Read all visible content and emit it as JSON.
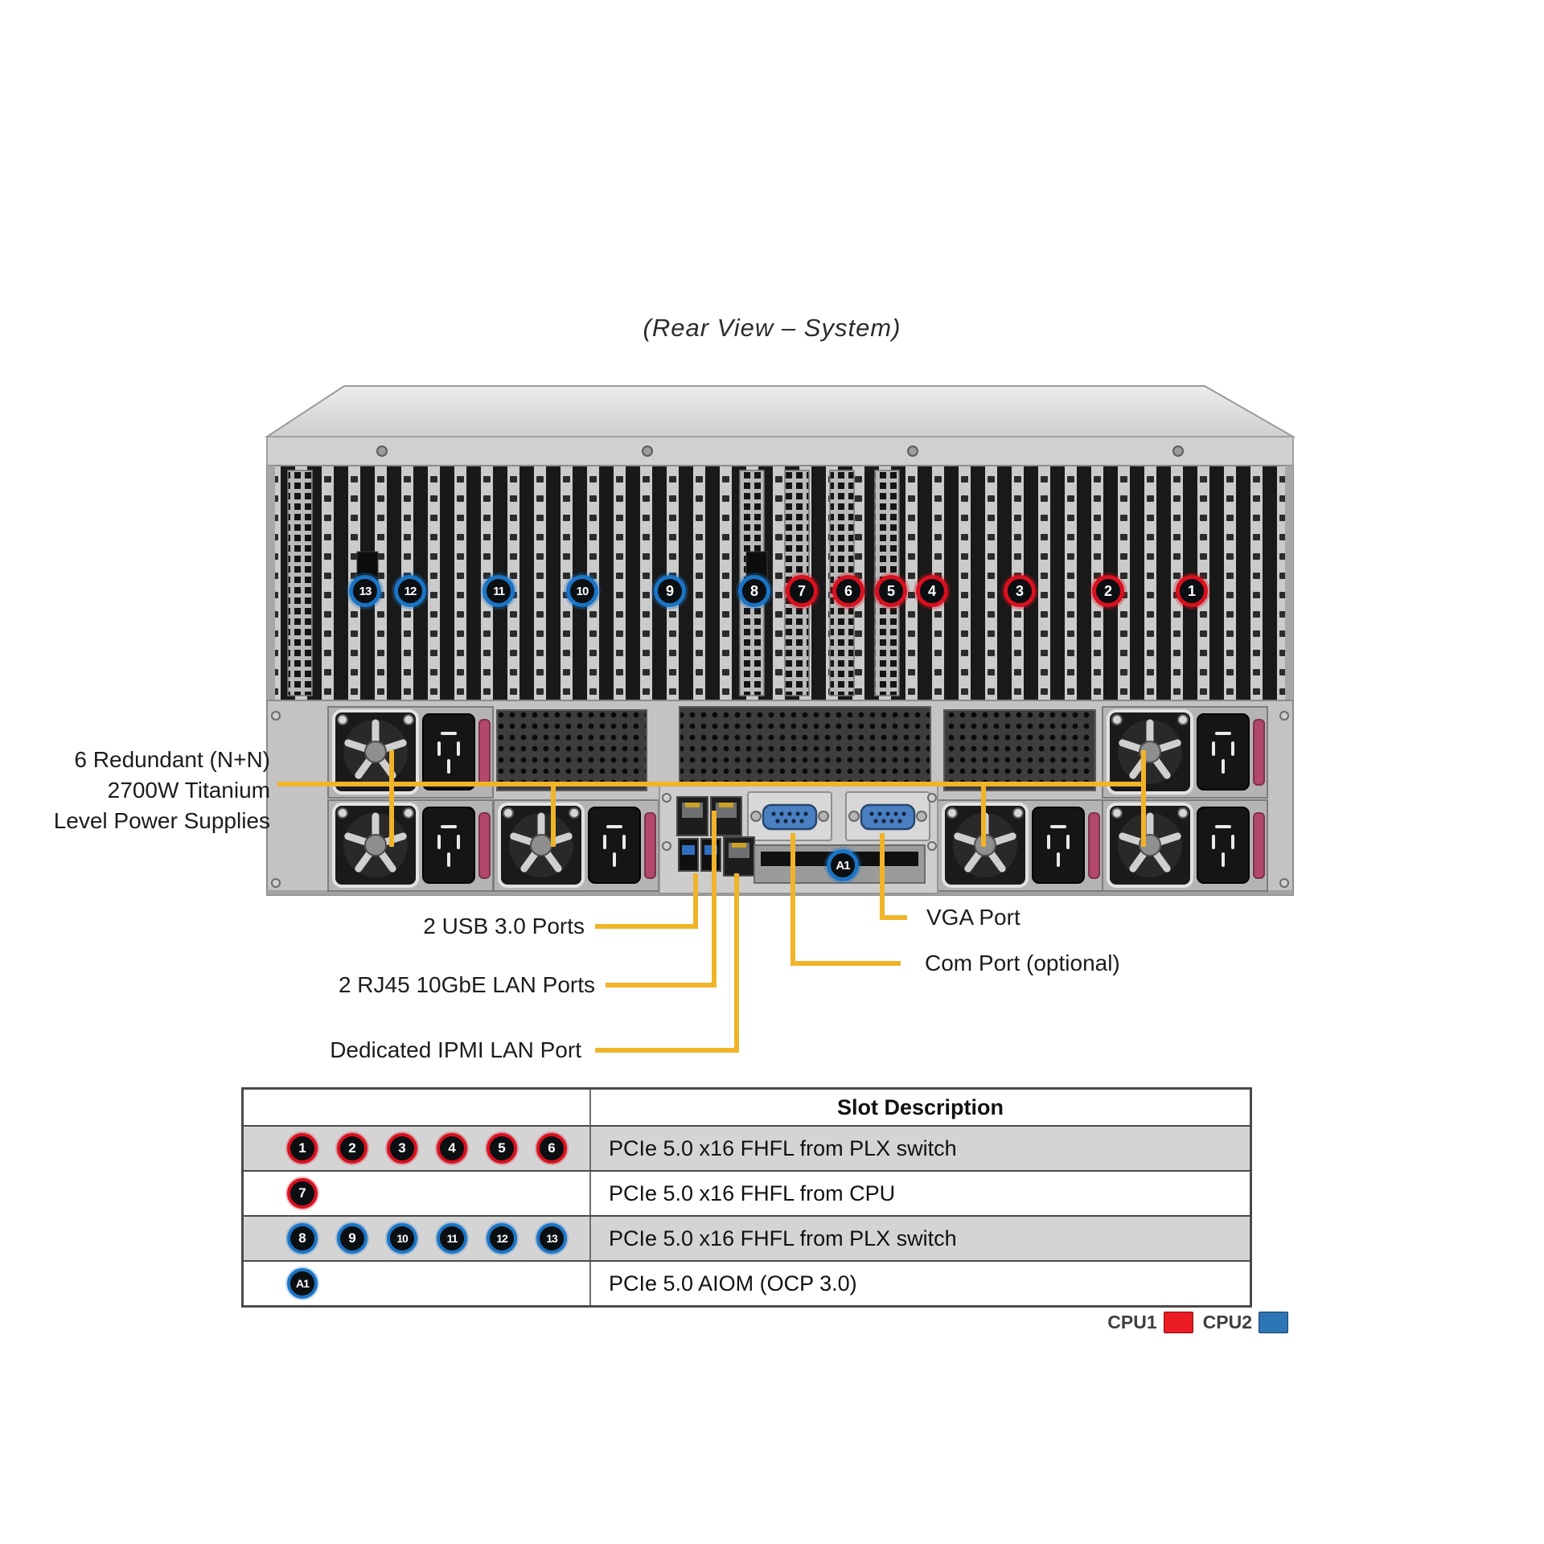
{
  "title": "(Rear View – System)",
  "colors": {
    "cpu1_badge": "#D8101F",
    "cpu2_badge": "#1B74C5",
    "leader_line": "#F0B429",
    "legend_cpu1": "#EC1C24",
    "legend_cpu2": "#2E75B6"
  },
  "chassis": {
    "slots": [
      {
        "id": "13",
        "cpu": "CPU2"
      },
      {
        "id": "12",
        "cpu": "CPU2"
      },
      {
        "id": "11",
        "cpu": "CPU2"
      },
      {
        "id": "10",
        "cpu": "CPU2"
      },
      {
        "id": "9",
        "cpu": "CPU2"
      },
      {
        "id": "8",
        "cpu": "CPU2"
      },
      {
        "id": "7",
        "cpu": "CPU1"
      },
      {
        "id": "6",
        "cpu": "CPU1"
      },
      {
        "id": "5",
        "cpu": "CPU1"
      },
      {
        "id": "4",
        "cpu": "CPU1"
      },
      {
        "id": "3",
        "cpu": "CPU1"
      },
      {
        "id": "2",
        "cpu": "CPU1"
      },
      {
        "id": "1",
        "cpu": "CPU1"
      }
    ],
    "aiom_badge": {
      "id": "A1",
      "cpu": "CPU2"
    }
  },
  "callouts": {
    "psu": [
      "6 Redundant (N+N)",
      "2700W Titanium",
      "Level Power Supplies"
    ],
    "usb": "2 USB 3.0 Ports",
    "lan": "2 RJ45 10GbE LAN Ports",
    "ipmi": "Dedicated IPMI LAN Port",
    "vga": "VGA Port",
    "com": "Com Port (optional)"
  },
  "table": {
    "header": "Slot Description",
    "rows": [
      {
        "badges": [
          "1",
          "2",
          "3",
          "4",
          "5",
          "6"
        ],
        "cpu": "CPU1",
        "description": "PCIe 5.0 x16 FHFL from PLX switch",
        "shaded": true
      },
      {
        "badges": [
          "7"
        ],
        "cpu": "CPU1",
        "description": "PCIe 5.0 x16 FHFL from CPU",
        "shaded": false
      },
      {
        "badges": [
          "8",
          "9",
          "10",
          "11",
          "12",
          "13"
        ],
        "cpu": "CPU2",
        "description": "PCIe 5.0 x16 FHFL from PLX switch",
        "shaded": true
      },
      {
        "badges": [
          "A1"
        ],
        "cpu": "CPU2",
        "description": "PCIe 5.0 AIOM (OCP 3.0)",
        "shaded": false
      }
    ]
  },
  "legend": [
    {
      "label": "CPU1",
      "color": "#EC1C24"
    },
    {
      "label": "CPU2",
      "color": "#2E75B6"
    }
  ]
}
